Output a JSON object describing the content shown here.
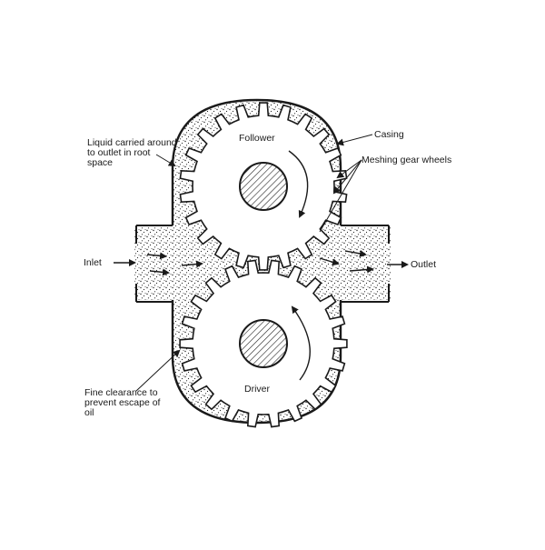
{
  "labels": {
    "follower": "Follower",
    "driver": "Driver",
    "casing": "Casing",
    "meshing_gear_wheels": "Meshing gear wheels",
    "inlet": "Inlet",
    "outlet": "Outlet",
    "liquid_carried": [
      "Liquid carried around",
      "to outlet in root",
      "space"
    ],
    "fine_clearance": [
      "Fine clearance to",
      "prevent escape of",
      "oil"
    ]
  },
  "gears": {
    "follower_teeth": 22,
    "driver_teeth": 22
  },
  "colors": {
    "ink": "#1a1a1a",
    "paper": "#ffffff"
  }
}
